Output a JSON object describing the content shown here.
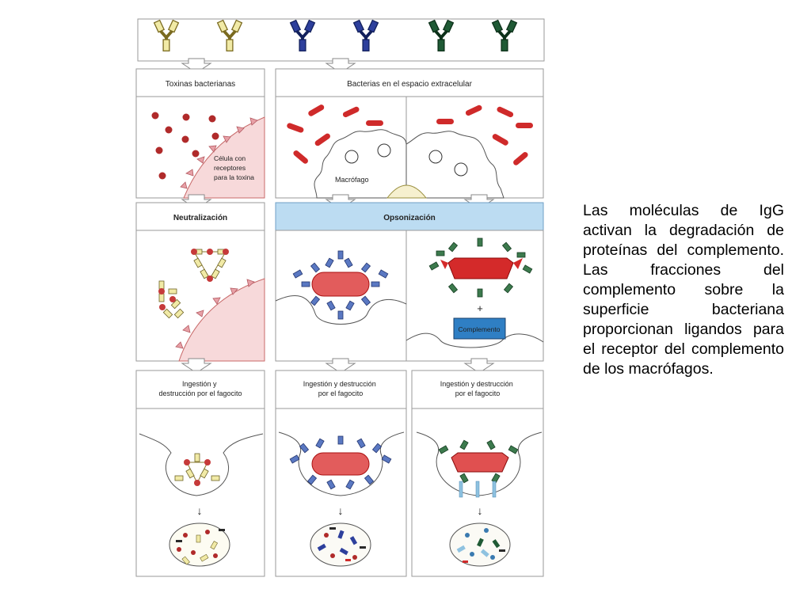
{
  "panels": {
    "toxins_header": "Toxinas bacterianas",
    "bacteria_header": "Bacterias en el espacio extracelular",
    "cell_label": [
      "Célula con",
      "receptores",
      "para la toxina"
    ],
    "macrophage_label": "Macrófago",
    "neutralization_header": "Neutralización",
    "opsonization_header": "Opsonización",
    "complement_box": "Complemento",
    "plus_sign": "+",
    "ingestion_left": [
      "Ingestión y",
      "destrucción por el fagocito"
    ],
    "ingestion_mid": [
      "Ingestión y destrucción",
      "por el fagocito"
    ],
    "ingestion_right": [
      "Ingestión y destrucción",
      "por el fagocito"
    ],
    "arrow_glyph": "↓"
  },
  "description": "Las moléculas de IgG activan la degradación de proteínas del complemento. Las fracciones del complemento sobre la superficie bacteriana proporcionan ligandos para el receptor del complemento de los macrófagos.",
  "colors": {
    "antibody_yellow": "#f1eaa6",
    "antibody_blue": "#2d3f9c",
    "antibody_green": "#1f5a35",
    "bacteria_red": "#cf2a2a",
    "opsonization_band": "#bcdcf2",
    "complement_box": "#2f7fc4",
    "cell_pink": "#f7d9da"
  }
}
